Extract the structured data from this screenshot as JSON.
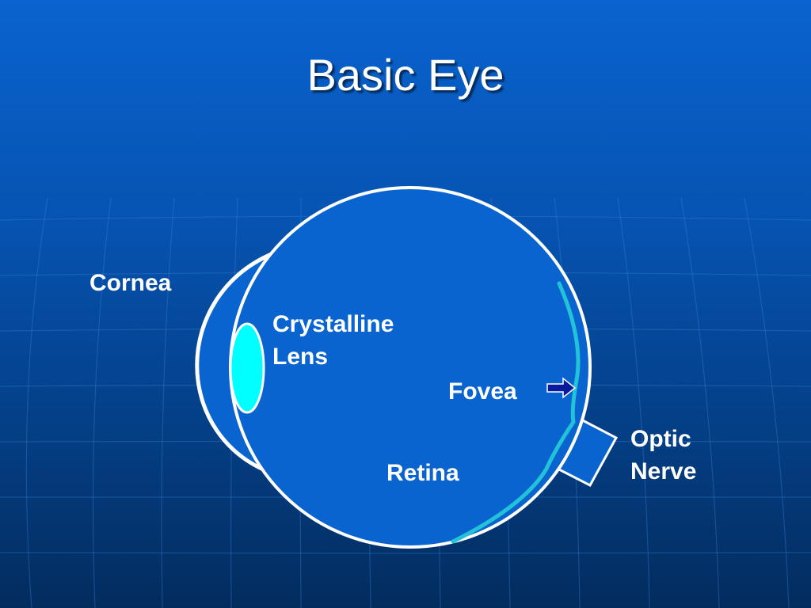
{
  "slide": {
    "title": "Basic Eye"
  },
  "labels": {
    "cornea": "Cornea",
    "lens_line1": "Crystalline",
    "lens_line2": "Lens",
    "fovea": "Fovea",
    "retina": "Retina",
    "optic_line1": "Optic",
    "optic_line2": "Nerve"
  },
  "colors": {
    "outline": "#ffffff",
    "eyeball_fill": "#0a64d0",
    "lens_fill": "#00ffff",
    "retina": "#22c2d8",
    "arrow_fill": "#0a1a9c"
  }
}
